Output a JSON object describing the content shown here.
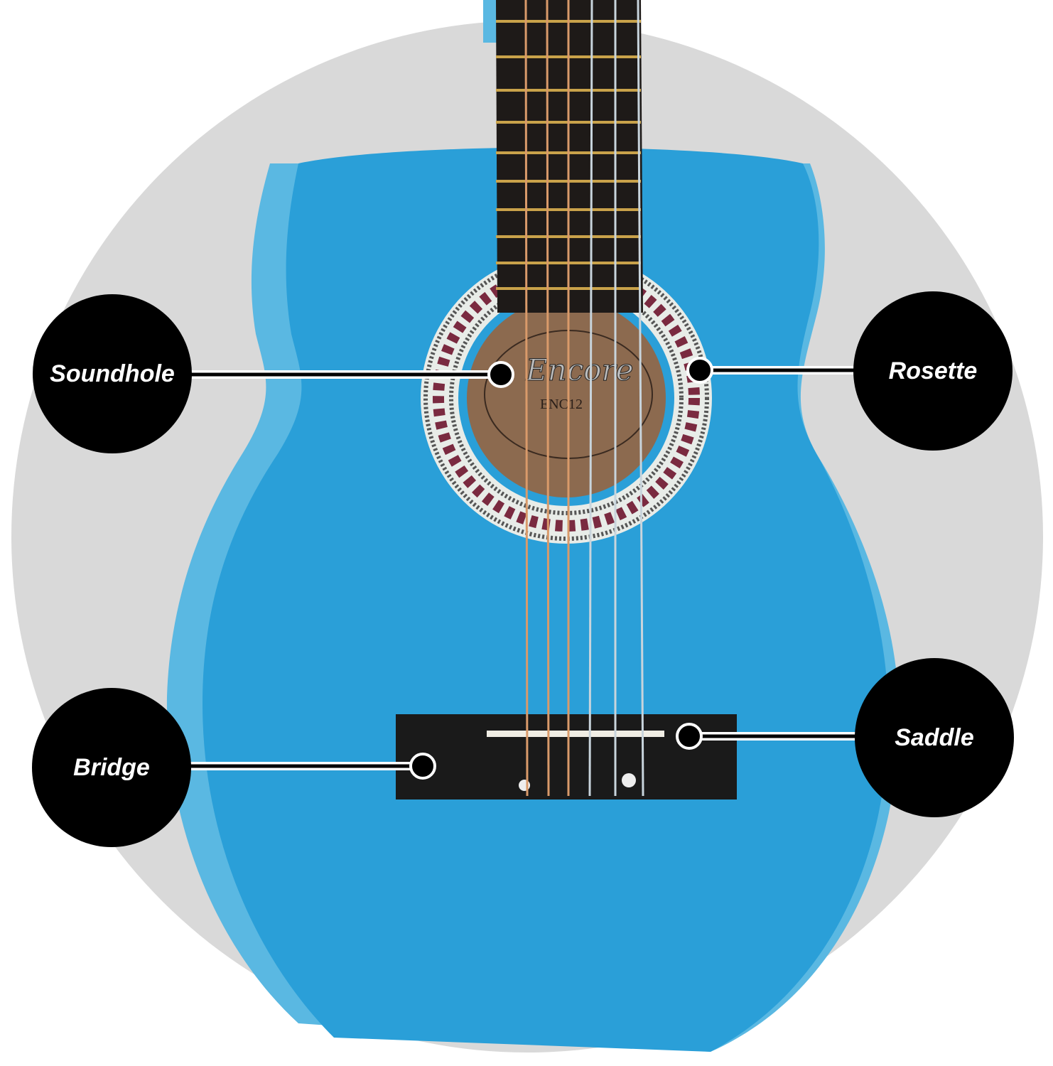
{
  "labels": {
    "soundhole": "Soundhole",
    "rosette": "Rosette",
    "bridge": "Bridge",
    "saddle": "Saddle"
  },
  "soundhole_label": {
    "brand": "Encore",
    "model": "ENC12"
  },
  "colors": {
    "background_circle": "#d9d9d9",
    "body": "#2a9fd8",
    "fingerboard": "#1e1a18",
    "label_bg": "#000000",
    "label_text": "#ffffff"
  }
}
